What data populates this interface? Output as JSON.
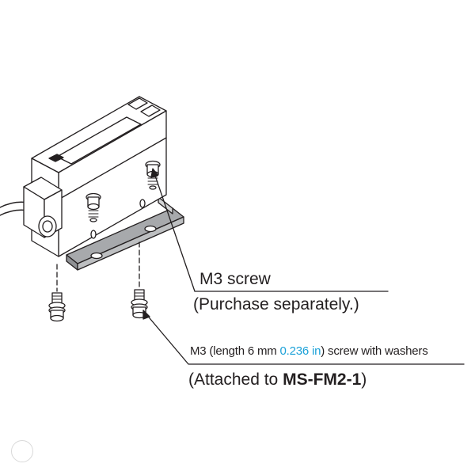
{
  "labels": {
    "m3_screw": "M3 screw",
    "purchase_separately": "(Purchase separately.)",
    "spec_prefix": "M3 (length 6 mm ",
    "spec_inch": "0.236 in",
    "spec_suffix": ") screw with washers",
    "attached_prefix": "(Attached to ",
    "attached_model": "MS-FM2-1",
    "attached_suffix": ")"
  },
  "colors": {
    "line": "#231f20",
    "accent": "#1ba1d8",
    "bracket": "#a7a9ac",
    "body": "#ffffff"
  },
  "icons": [
    "screw-icon",
    "arrow-icon",
    "cable"
  ]
}
